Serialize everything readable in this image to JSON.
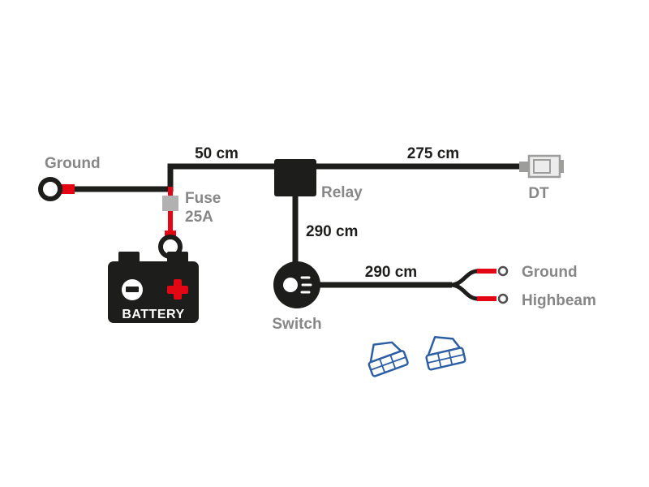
{
  "diagram": {
    "labels": {
      "ground_left": "Ground",
      "fuse_line1": "Fuse",
      "fuse_line2": "25A",
      "battery": "BATTERY",
      "relay": "Relay",
      "dt": "DT",
      "switch": "Switch",
      "ground_right": "Ground",
      "highbeam": "Highbeam"
    },
    "lengths": {
      "battery_to_relay": "50 cm",
      "relay_to_dt": "275 cm",
      "relay_to_switch": "290 cm",
      "switch_to_terminals": "290 cm"
    },
    "colors": {
      "wire": "#1d1d1b",
      "red": "#e30613",
      "gray_label": "#878787",
      "black_label": "#1d1d1b",
      "fuse_holder": "#b1b1b1",
      "connector_blue": "#2d5fa5",
      "dt_gray": "#9d9d9c",
      "white": "#ffffff"
    }
  }
}
